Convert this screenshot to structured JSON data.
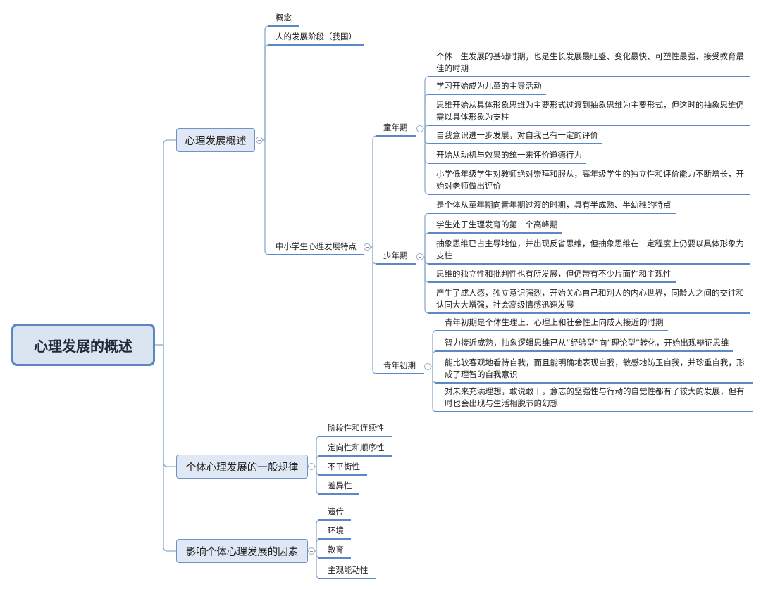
{
  "colors": {
    "connector": "#8fabcf",
    "underline": "#5b89c5",
    "topic_border": "#6f93c6",
    "topic_fill": "#dfe8f4",
    "root_border": "#5b86c2",
    "root_fill": "#dbe5f1"
  },
  "root": {
    "label": "心理发展的概述"
  },
  "branches": [
    {
      "label": "心理发展概述",
      "children": [
        {
          "label": "概念"
        },
        {
          "label": "人的发展阶段（我国）"
        },
        {
          "label": "中小学生心理发展特点",
          "children": [
            {
              "label": "童年期",
              "children": [
                {
                  "label": "个体一生发展的基础时期，也是生长发展最旺盛、变化最快、可塑性最强、接受教育最佳的时期"
                },
                {
                  "label": "学习开始成为儿童的主导活动"
                },
                {
                  "label": "思维开始从具体形象思维为主要形式过渡到抽象思维为主要形式，但这时的抽象思维仍需以具体形象为支柱"
                },
                {
                  "label": "自我意识进一步发展，对自我已有一定的评价"
                },
                {
                  "label": "开始从动机与效果的统一来评价道德行为"
                },
                {
                  "label": "小学低年级学生对教师绝对崇拜和服从，高年级学生的独立性和评价能力不断增长，开始对老师做出评价"
                }
              ]
            },
            {
              "label": "少年期",
              "children": [
                {
                  "label": "是个体从童年期向青年期过渡的时期，具有半成熟、半幼稚的特点"
                },
                {
                  "label": "学生处于生理发育的第二个高峰期"
                },
                {
                  "label": "抽象思维已占主导地位，并出现反省思维，但抽象思维在一定程度上仍要以具体形象为支柱"
                },
                {
                  "label": "思维的独立性和批判性也有所发展，但仍带有不少片面性和主观性"
                },
                {
                  "label": "产生了成人感，独立意识强烈，开始关心自己和别人的内心世界，同龄人之间的交往和认同大大增强，社会高级情感迅速发展"
                }
              ]
            },
            {
              "label": "青年初期",
              "children": [
                {
                  "label": "青年初期是个体生理上、心理上和社会性上向成人接近的时期"
                },
                {
                  "label": "智力接近成熟，抽象逻辑思维已从“经验型”向“理论型”转化，开始出现辩证思维"
                },
                {
                  "label": "能比较客观地看待自我，而且能明确地表现自我，敏感地防卫自我，并珍重自我，形成了理智的自我意识"
                },
                {
                  "label": "对未来充满理想，敢说敢干，意志的坚强性与行动的自觉性都有了较大的发展，但有时也会出现与生活相脱节的幻想"
                }
              ]
            }
          ]
        }
      ]
    },
    {
      "label": "个体心理发展的一般规律",
      "children": [
        {
          "label": "阶段性和连续性"
        },
        {
          "label": "定向性和顺序性"
        },
        {
          "label": "不平衡性"
        },
        {
          "label": "差异性"
        }
      ]
    },
    {
      "label": "影响个体心理发展的因素",
      "children": [
        {
          "label": "遗传"
        },
        {
          "label": "环境"
        },
        {
          "label": "教育"
        },
        {
          "label": "主观能动性"
        }
      ]
    }
  ]
}
